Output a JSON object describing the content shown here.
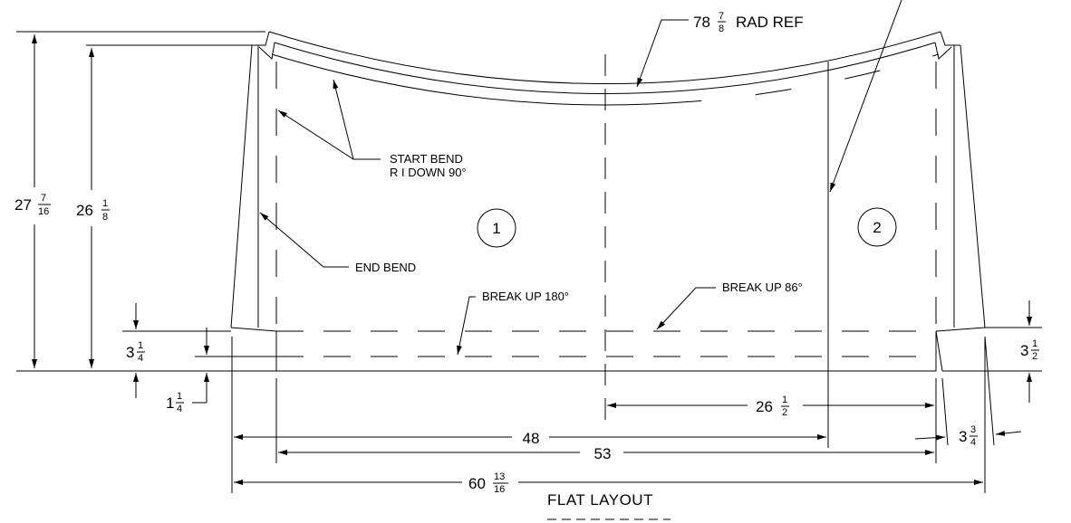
{
  "drawing": {
    "title": "FLAT LAYOUT",
    "labels": {
      "rad_ref": "RAD REF",
      "start_bend_1": "START BEND",
      "start_bend_2": "R I DOWN 90°",
      "end_bend": "END BEND",
      "break_up_180": "BREAK UP 180°",
      "break_up_86": "BREAK UP 86°",
      "part_1": "1",
      "part_2": "2"
    },
    "dimensions": {
      "rad": {
        "whole": "78",
        "num": "7",
        "den": "8"
      },
      "overall_height": {
        "whole": "27",
        "num": "7",
        "den": "16"
      },
      "inner_height": {
        "whole": "26",
        "num": "1",
        "den": "8"
      },
      "left_flange": {
        "whole": "3",
        "num": "1",
        "den": "4"
      },
      "left_small": {
        "whole": "1",
        "num": "1",
        "den": "4"
      },
      "right_flange": {
        "whole": "3",
        "num": "1",
        "den": "2"
      },
      "right_offset": {
        "whole": "3",
        "num": "3",
        "den": "4"
      },
      "half_width": {
        "whole": "26",
        "num": "1",
        "den": "2"
      },
      "width_48": "48",
      "width_53": "53",
      "overall_width": {
        "whole": "60",
        "num": "13",
        "den": "16"
      }
    }
  }
}
